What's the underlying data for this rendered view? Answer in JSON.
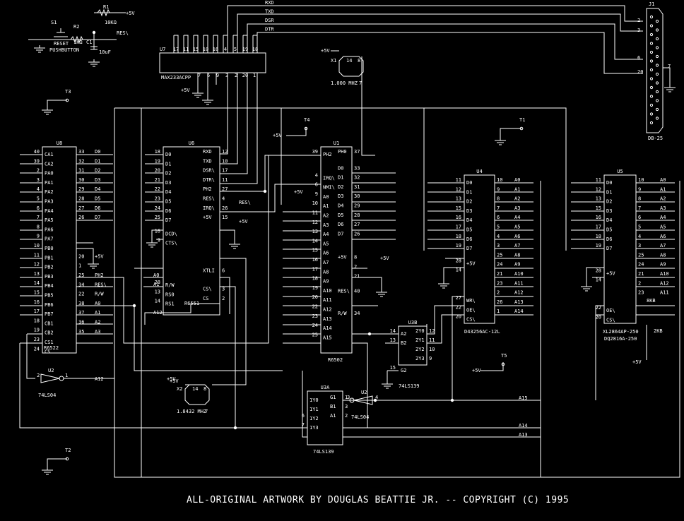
{
  "footer": {
    "text": "ALL-ORIGINAL ARTWORK BY DOUGLAS BEATTIE JR.  --  COPYRIGHT (C) 1995"
  },
  "connector_j1": {
    "ref": "J1",
    "type": "DB-25",
    "pins": [
      "2",
      "3",
      "6",
      "20",
      "7"
    ]
  },
  "top_signals": [
    "RXD",
    "TXD",
    "DSR",
    "DTR"
  ],
  "reset_circuit": {
    "switch": "S1",
    "label1": "RESET",
    "label2": "PUSHBUTTON",
    "resistor1": "R1",
    "r1_value": "10KΩ",
    "resistor2": "R2",
    "r2_value": "1KΩ",
    "cap": "C1",
    "cap_value": "10uF",
    "vcc": "+5V",
    "net": "RES\\"
  },
  "test_points": [
    "T1",
    "T2",
    "T3",
    "T4",
    "T5"
  ],
  "u7": {
    "ref": "U7",
    "part": "MAX233ACPP",
    "top_pins": [
      "17",
      "11",
      "15",
      "10",
      "16",
      "4",
      "5",
      "19",
      "18"
    ],
    "bottom_pins": [
      "7",
      "6",
      "9",
      "3",
      "2",
      "20",
      "1"
    ],
    "vcc": "+5V"
  },
  "x1": {
    "ref": "X1",
    "freq": "1.000 MHZ",
    "pins": [
      "14",
      "8",
      "7"
    ],
    "vcc": "+5V"
  },
  "x2": {
    "ref": "X2",
    "freq": "1.8432 MHZ",
    "pins": [
      "14",
      "8",
      "7"
    ],
    "vcc": "+5V"
  },
  "u8": {
    "ref": "U8",
    "part": "R6522",
    "left": [
      {
        "pin": "40",
        "name": "CA1"
      },
      {
        "pin": "39",
        "name": "CA2"
      },
      {
        "pin": "2",
        "name": "PA0"
      },
      {
        "pin": "3",
        "name": "PA1"
      },
      {
        "pin": "4",
        "name": "PA2"
      },
      {
        "pin": "5",
        "name": "PA3"
      },
      {
        "pin": "6",
        "name": "PA4"
      },
      {
        "pin": "7",
        "name": "PA5"
      },
      {
        "pin": "8",
        "name": "PA6"
      },
      {
        "pin": "9",
        "name": "PA7"
      },
      {
        "pin": "10",
        "name": "PB0"
      },
      {
        "pin": "11",
        "name": "PB1"
      },
      {
        "pin": "12",
        "name": "PB2"
      },
      {
        "pin": "13",
        "name": "PB3"
      },
      {
        "pin": "14",
        "name": "PB4"
      },
      {
        "pin": "15",
        "name": "PB5"
      },
      {
        "pin": "16",
        "name": "PB6"
      },
      {
        "pin": "17",
        "name": "PB7"
      },
      {
        "pin": "18",
        "name": "CB1"
      },
      {
        "pin": "19",
        "name": "CB2"
      },
      {
        "pin": "23",
        "name": "CS1"
      },
      {
        "pin": "24",
        "name": "CS"
      }
    ],
    "right": [
      {
        "pin": "33",
        "name": "D0"
      },
      {
        "pin": "32",
        "name": "D1"
      },
      {
        "pin": "31",
        "name": "D2"
      },
      {
        "pin": "30",
        "name": "D3"
      },
      {
        "pin": "29",
        "name": "D4"
      },
      {
        "pin": "28",
        "name": "D5"
      },
      {
        "pin": "27",
        "name": "D6"
      },
      {
        "pin": "26",
        "name": "D7"
      },
      {
        "pin": "20",
        "name": "+5V"
      },
      {
        "pin": "1",
        "name": ""
      },
      {
        "pin": "25",
        "name": "PH2"
      },
      {
        "pin": "34",
        "name": "RES\\"
      },
      {
        "pin": "22",
        "name": "R/W"
      },
      {
        "pin": "38",
        "name": "A0"
      },
      {
        "pin": "37",
        "name": "A1"
      },
      {
        "pin": "36",
        "name": "A2"
      },
      {
        "pin": "35",
        "name": "A3"
      }
    ]
  },
  "u6": {
    "ref": "U6",
    "part": "R6551",
    "left": [
      {
        "pin": "18",
        "name": "D0"
      },
      {
        "pin": "19",
        "name": "D1"
      },
      {
        "pin": "20",
        "name": "D2"
      },
      {
        "pin": "21",
        "name": "D3"
      },
      {
        "pin": "22",
        "name": "D4"
      },
      {
        "pin": "23",
        "name": "D5"
      },
      {
        "pin": "24",
        "name": "D6"
      },
      {
        "pin": "25",
        "name": "D7"
      },
      {
        "pin": "16",
        "name": "DCD\\"
      },
      {
        "pin": "9",
        "name": "CTS\\"
      },
      {
        "pin": "28",
        "name": "R/W"
      },
      {
        "pin": "13",
        "name": "RS0"
      },
      {
        "pin": "14",
        "name": "RS1"
      }
    ],
    "right": [
      {
        "pin": "12",
        "name": "RXD"
      },
      {
        "pin": "10",
        "name": "TXD"
      },
      {
        "pin": "17",
        "name": "DSR\\"
      },
      {
        "pin": "11",
        "name": "DTR\\"
      },
      {
        "pin": "27",
        "name": "PH2"
      },
      {
        "pin": "4",
        "name": "RES\\"
      },
      {
        "pin": "26",
        "name": "IRQ\\"
      },
      {
        "pin": "15",
        "name": "+5V"
      },
      {
        "pin": "6",
        "name": "XTLI"
      },
      {
        "pin": "3",
        "name": "CS\\"
      },
      {
        "pin": "2",
        "name": "CS"
      }
    ],
    "nets": [
      "A0",
      "A1",
      "A12",
      "RES\\",
      "+5V"
    ]
  },
  "u1": {
    "ref": "U1",
    "part": "R6502",
    "left": [
      {
        "pin": "39",
        "name": "PH2"
      },
      {
        "pin": "4",
        "name": "IRQ\\"
      },
      {
        "pin": "6",
        "name": "NMI\\"
      },
      {
        "pin": "9",
        "name": "A0"
      },
      {
        "pin": "10",
        "name": "A1"
      },
      {
        "pin": "11",
        "name": "A2"
      },
      {
        "pin": "12",
        "name": "A3"
      },
      {
        "pin": "13",
        "name": "A4"
      },
      {
        "pin": "14",
        "name": "A5"
      },
      {
        "pin": "15",
        "name": "A6"
      },
      {
        "pin": "16",
        "name": "A7"
      },
      {
        "pin": "17",
        "name": "A8"
      },
      {
        "pin": "18",
        "name": "A9"
      },
      {
        "pin": "19",
        "name": "A10"
      },
      {
        "pin": "20",
        "name": "A11"
      },
      {
        "pin": "22",
        "name": "A12"
      },
      {
        "pin": "23",
        "name": "A13"
      },
      {
        "pin": "24",
        "name": "A14"
      },
      {
        "pin": "25",
        "name": "A15"
      }
    ],
    "right": [
      {
        "pin": "37",
        "name": "PH0"
      },
      {
        "pin": "33",
        "name": "D0"
      },
      {
        "pin": "32",
        "name": "D1"
      },
      {
        "pin": "31",
        "name": "D2"
      },
      {
        "pin": "30",
        "name": "D3"
      },
      {
        "pin": "29",
        "name": "D4"
      },
      {
        "pin": "28",
        "name": "D5"
      },
      {
        "pin": "27",
        "name": "D6"
      },
      {
        "pin": "26",
        "name": "D7"
      },
      {
        "pin": "8",
        "name": "+5V"
      },
      {
        "pin": "2",
        "name": ""
      },
      {
        "pin": "21",
        "name": ""
      },
      {
        "pin": "40",
        "name": "RES\\"
      },
      {
        "pin": "34",
        "name": "R/W"
      }
    ],
    "vcc": "+5V"
  },
  "u4": {
    "ref": "U4",
    "part": "D43256AC-12L",
    "left": [
      {
        "pin": "11",
        "name": "D0"
      },
      {
        "pin": "12",
        "name": "D1"
      },
      {
        "pin": "13",
        "name": "D2"
      },
      {
        "pin": "15",
        "name": "D3"
      },
      {
        "pin": "16",
        "name": "D4"
      },
      {
        "pin": "17",
        "name": "D5"
      },
      {
        "pin": "18",
        "name": "D6"
      },
      {
        "pin": "19",
        "name": "D7"
      },
      {
        "pin": "28",
        "name": "+5V"
      },
      {
        "pin": "14",
        "name": ""
      },
      {
        "pin": "27",
        "name": "WR\\"
      },
      {
        "pin": "22",
        "name": "OE\\"
      },
      {
        "pin": "20",
        "name": "CS\\"
      }
    ],
    "right": [
      {
        "pin": "10",
        "name": "A0"
      },
      {
        "pin": "9",
        "name": "A1"
      },
      {
        "pin": "8",
        "name": "A2"
      },
      {
        "pin": "7",
        "name": "A3"
      },
      {
        "pin": "6",
        "name": "A4"
      },
      {
        "pin": "5",
        "name": "A5"
      },
      {
        "pin": "4",
        "name": "A6"
      },
      {
        "pin": "3",
        "name": "A7"
      },
      {
        "pin": "25",
        "name": "A8"
      },
      {
        "pin": "24",
        "name": "A9"
      },
      {
        "pin": "21",
        "name": "A10"
      },
      {
        "pin": "23",
        "name": "A11"
      },
      {
        "pin": "2",
        "name": "A12"
      },
      {
        "pin": "26",
        "name": "A13"
      },
      {
        "pin": "1",
        "name": "A14"
      }
    ]
  },
  "u5": {
    "ref": "U5",
    "part": "XL2864AP-250",
    "alt_part": "DQ2816A-250",
    "left": [
      {
        "pin": "11",
        "name": "D0"
      },
      {
        "pin": "12",
        "name": "D1"
      },
      {
        "pin": "13",
        "name": "D2"
      },
      {
        "pin": "15",
        "name": "D3"
      },
      {
        "pin": "16",
        "name": "D4"
      },
      {
        "pin": "17",
        "name": "D5"
      },
      {
        "pin": "18",
        "name": "D6"
      },
      {
        "pin": "19",
        "name": "D7"
      },
      {
        "pin": "28",
        "name": "+5V"
      },
      {
        "pin": "14",
        "name": ""
      },
      {
        "pin": "22",
        "name": "OE\\"
      },
      {
        "pin": "20",
        "name": "CS\\"
      }
    ],
    "right": [
      {
        "pin": "10",
        "name": "A0"
      },
      {
        "pin": "9",
        "name": "A1"
      },
      {
        "pin": "8",
        "name": "A2"
      },
      {
        "pin": "7",
        "name": "A3"
      },
      {
        "pin": "6",
        "name": "A4"
      },
      {
        "pin": "5",
        "name": "A5"
      },
      {
        "pin": "4",
        "name": "A6"
      },
      {
        "pin": "3",
        "name": "A7"
      },
      {
        "pin": "25",
        "name": "A8"
      },
      {
        "pin": "24",
        "name": "A9"
      },
      {
        "pin": "21",
        "name": "A10"
      },
      {
        "pin": "2",
        "name": "A12"
      },
      {
        "pin": "23",
        "name": "A11"
      }
    ],
    "jumper": [
      "8KB",
      "2KB"
    ],
    "vcc": "+5V"
  },
  "u3b": {
    "ref": "U3B",
    "part": "74LS139",
    "left": [
      {
        "pin": "14",
        "name": "A2"
      },
      {
        "pin": "13",
        "name": "B2"
      },
      {
        "pin": "15",
        "name": "G2"
      }
    ],
    "right": [
      {
        "pin": "12",
        "name": "2Y0"
      },
      {
        "pin": "11",
        "name": "2Y1"
      },
      {
        "pin": "10",
        "name": "2Y2"
      },
      {
        "pin": "9",
        "name": "2Y3"
      }
    ]
  },
  "u3a": {
    "ref": "U3A",
    "part": "74LS139",
    "left": [
      {
        "pin": "",
        "name": "1Y0"
      },
      {
        "pin": "",
        "name": "1Y1"
      },
      {
        "pin": "6",
        "name": "1Y2"
      },
      {
        "pin": "7",
        "name": "1Y3"
      }
    ],
    "right": [
      {
        "pin": "1",
        "name": "G1"
      },
      {
        "pin": "3",
        "name": "B1"
      },
      {
        "pin": "2",
        "name": "A1"
      }
    ]
  },
  "u2a": {
    "ref": "U2",
    "part": "74LS04",
    "pin_in": "2",
    "pin_out": "1",
    "net": "A12"
  },
  "u2b": {
    "ref": "U2",
    "part": "74LS04",
    "pin_in": "4",
    "pin_out": "3",
    "net": "A15"
  },
  "nets": {
    "a15": "A15",
    "a14": "A14",
    "a13": "A13",
    "vcc": "+5V"
  }
}
